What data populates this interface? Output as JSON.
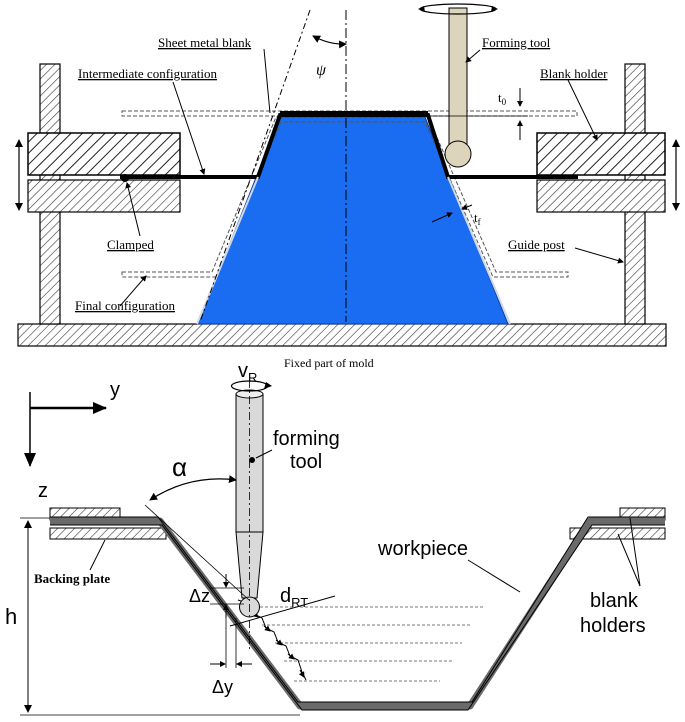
{
  "top_diagram": {
    "labels": {
      "sheet_metal_blank": "Sheet metal blank",
      "intermediate_configuration": "Intermediate configuration",
      "forming_tool": "Forming tool",
      "blank_holder": "Blank holder",
      "clamped": "Clamped",
      "guide_post": "Guide post",
      "final_configuration": "Final configuration",
      "fixed_part_of_mold": "Fixed part of mold",
      "psi": "ψ",
      "t0_base": "t",
      "t0_sub": "0",
      "tf_base": "t",
      "tf_sub": "f"
    },
    "colors": {
      "mold": "#1a6cf0",
      "tool": "#ddd4bc"
    }
  },
  "bottom_diagram": {
    "labels": {
      "y_axis": "y",
      "z_axis": "z",
      "vr_base": "v",
      "vr_sub": "R",
      "forming_tool_line1": "forming",
      "forming_tool_line2": "tool",
      "alpha": "α",
      "workpiece": "workpiece",
      "backing_plate": "Backing plate",
      "blank_holders_line1": "blank",
      "blank_holders_line2": "holders",
      "h": "h",
      "delta_z": "Δz",
      "delta_y": "Δy",
      "drt_base": "d",
      "drt_sub": "RT"
    },
    "colors": {
      "tool": "#d9d9d9"
    }
  }
}
